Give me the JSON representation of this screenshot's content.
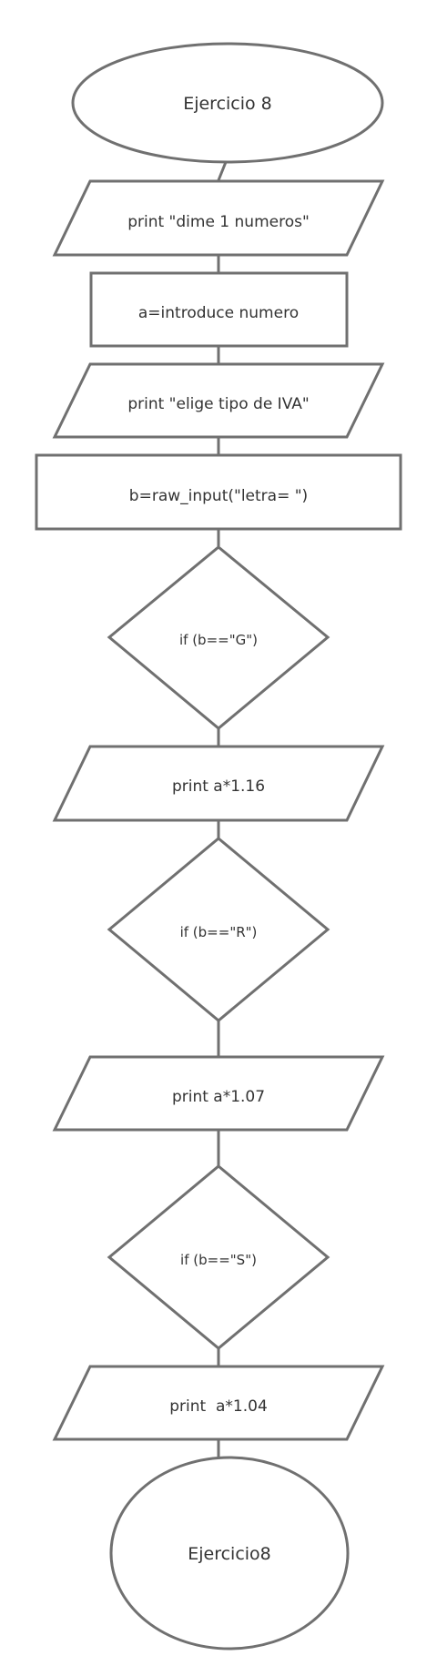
{
  "diagram": {
    "nodes": [
      {
        "id": "start",
        "shape": "ellipse",
        "text": "Ejercicio 8"
      },
      {
        "id": "out1",
        "shape": "parallelogram",
        "text": "print \"dime 1 numeros\""
      },
      {
        "id": "proc1",
        "shape": "rectangle",
        "text": "a=introduce numero"
      },
      {
        "id": "out2",
        "shape": "parallelogram",
        "text": "print \"elige tipo de IVA\""
      },
      {
        "id": "proc2",
        "shape": "rectangle",
        "text": "b=raw_input(\"letra= \")"
      },
      {
        "id": "cond1",
        "shape": "diamond",
        "text": "if (b==\"G\")"
      },
      {
        "id": "out3",
        "shape": "parallelogram",
        "text": "print a*1.16"
      },
      {
        "id": "cond2",
        "shape": "diamond",
        "text": "if (b==\"R\")"
      },
      {
        "id": "out4",
        "shape": "parallelogram",
        "text": "print a*1.07"
      },
      {
        "id": "cond3",
        "shape": "diamond",
        "text": "if (b==\"S\")"
      },
      {
        "id": "out5",
        "shape": "parallelogram",
        "text": "print  a*1.04"
      },
      {
        "id": "end",
        "shape": "ellipse",
        "text": "Ejercicio8"
      }
    ],
    "edges": [
      [
        "start",
        "out1"
      ],
      [
        "out1",
        "proc1"
      ],
      [
        "proc1",
        "out2"
      ],
      [
        "out2",
        "proc2"
      ],
      [
        "proc2",
        "cond1"
      ],
      [
        "cond1",
        "out3"
      ],
      [
        "out3",
        "cond2"
      ],
      [
        "cond2",
        "out4"
      ],
      [
        "out4",
        "cond3"
      ],
      [
        "cond3",
        "out5"
      ],
      [
        "out5",
        "end"
      ]
    ],
    "colors": {
      "stroke": "#707070",
      "fill": "#ffffff",
      "text": "#333333"
    }
  }
}
